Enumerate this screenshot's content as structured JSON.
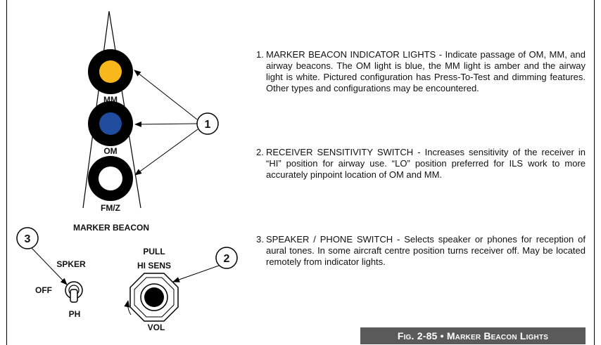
{
  "labels": {
    "mm": "MM",
    "om": "OM",
    "fmz": "FM/Z",
    "marker_beacon": "MARKER BEACON",
    "spker": "SPKER",
    "off": "OFF",
    "ph": "PH",
    "pull": "PULL",
    "hi_sens": "HI SENS",
    "vol": "VOL"
  },
  "callouts": [
    "1",
    "2",
    "3"
  ],
  "descriptions": [
    {
      "num": "1.",
      "text": "MARKER BEACON INDICATOR LIGHTS - Indicate passage of OM, MM, and airway beacons. The OM light is blue, the MM light is amber and the airway light is white. Pictured configuration has Press-To-Test and dimming features.  Other types and configurations may be encountered."
    },
    {
      "num": "2.",
      "text": "RECEIVER SENSITIVITY SWITCH - Increases sensitivity of the receiver in “HI” position for airway use.  “LO” position preferred for ILS work to more accurately pinpoint location of OM and MM."
    },
    {
      "num": "3.",
      "text": "SPEAKER / PHONE SWITCH - Selects speaker or phones for reception of aural tones.  In some aircraft centre position turns receiver off.  May be located remotely from indicator lights."
    }
  ],
  "caption": "Fig. 2-85 • Marker Beacon Lights",
  "colors": {
    "mm_light": "#f8b81c",
    "om_light": "#1f4c9c",
    "airway_light": "#ffffff",
    "caption_bg": "#5a5a5a"
  },
  "icons": [
    "marker-light",
    "toggle-switch",
    "knob",
    "callout-circle",
    "arrow"
  ]
}
